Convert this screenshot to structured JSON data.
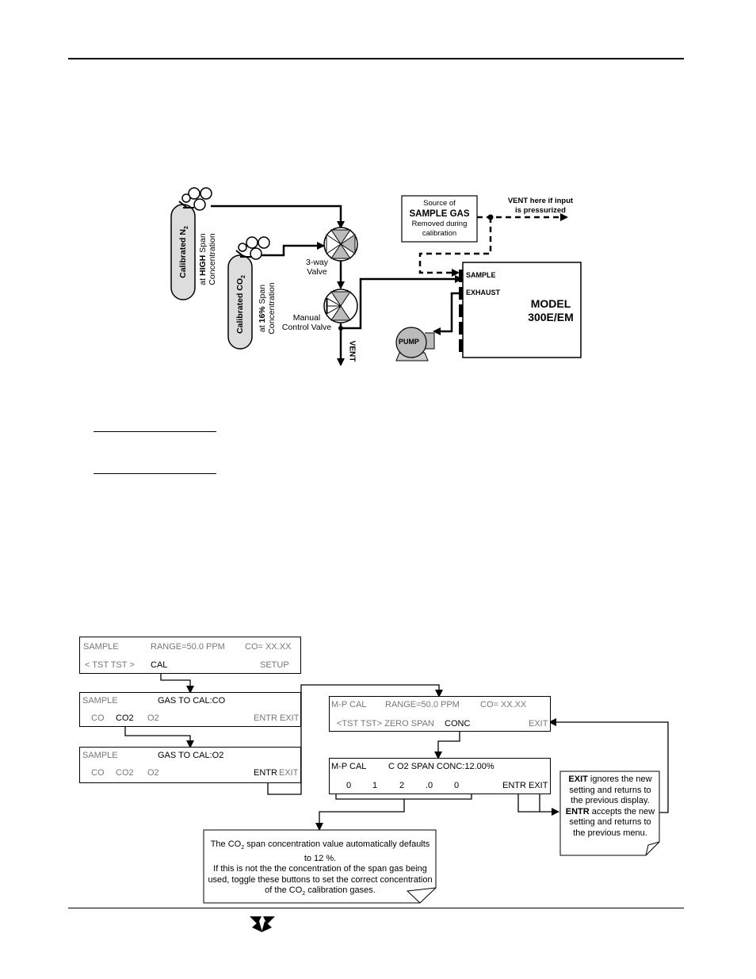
{
  "gas_diagram": {
    "cyl_n2": {
      "title": "Calibrated N",
      "title_sub": "2",
      "line1_pre": "at ",
      "line1_bold": "HIGH",
      "line1_post": " Span",
      "line2": "Concentration"
    },
    "cyl_co2": {
      "title": "Calibrated CO",
      "title_sub": "2",
      "line1_pre": "at ",
      "line1_bold": "16%",
      "line1_post": " Span",
      "line2": "Concentration"
    },
    "valve3": {
      "line1": "3-way",
      "line2": "Valve"
    },
    "valve_manual": {
      "line1": "Manual",
      "line2": "Control Valve"
    },
    "vent_label": "VENT",
    "source_box": {
      "line1": "Source of",
      "line2": "SAMPLE GAS",
      "line3": "Removed during",
      "line4": "calibration"
    },
    "vent_note": {
      "line1": "VENT here if input",
      "line2": "is pressurized"
    },
    "model_box": {
      "sample": "SAMPLE",
      "exhaust": "EXHAUST",
      "model": "MODEL",
      "model_number": "300E/EM"
    },
    "pump": "PUMP"
  },
  "menu_flow": {
    "d1": {
      "a": "SAMPLE",
      "b": "RANGE=50.0 PPM",
      "c": "CO= XX.XX",
      "d": "< TST  TST >",
      "e": "CAL",
      "f": "SETUP"
    },
    "d2": {
      "a": "SAMPLE",
      "b": "GAS TO CAL:CO",
      "c": "CO",
      "d": "CO2",
      "e": "O2",
      "f": "ENTR EXIT"
    },
    "d3": {
      "a": "SAMPLE",
      "b": "GAS TO CAL:O2",
      "c": "CO",
      "d": "CO2",
      "e": "O2",
      "f": "ENTR",
      "g": "EXIT"
    },
    "d4": {
      "a": "M-P CAL",
      "b": "RANGE=50.0 PPM",
      "c": "CO= XX.XX",
      "d": "<TST  TST> ZERO SPAN",
      "e": "CONC",
      "f": "EXIT"
    },
    "d5": {
      "a": "M-P CAL",
      "b": "C O2 SPAN CONC:12.00%",
      "digits": [
        "0",
        "1",
        "2",
        ".0",
        "0"
      ],
      "f": "ENTR EXIT"
    },
    "exit_note": {
      "l1_bold": "EXIT",
      "l1": " ignores the new",
      "l2": "setting and returns to",
      "l3": "the previous display.",
      "l4_bold": "ENTR",
      "l4": " accepts the new",
      "l5": "setting and returns to",
      "l6": "the previous menu."
    },
    "conc_note": {
      "l1_pre": "The CO",
      "l1_sub": "2",
      "l1_post": " span concentration value automatically defaults",
      "l2": "to 12 %.",
      "l3": "If this is not the the concentration of the span gas being",
      "l4": "used, toggle these buttons to set the correct concentration",
      "l5_pre": "of the CO",
      "l5_sub": "2",
      "l5_post": " calibration gases."
    }
  },
  "colors": {
    "line": "#000000",
    "dim_text": "#777777",
    "valve_fill": "#bbbbbb",
    "cylinder_fill": "#dddddd"
  }
}
